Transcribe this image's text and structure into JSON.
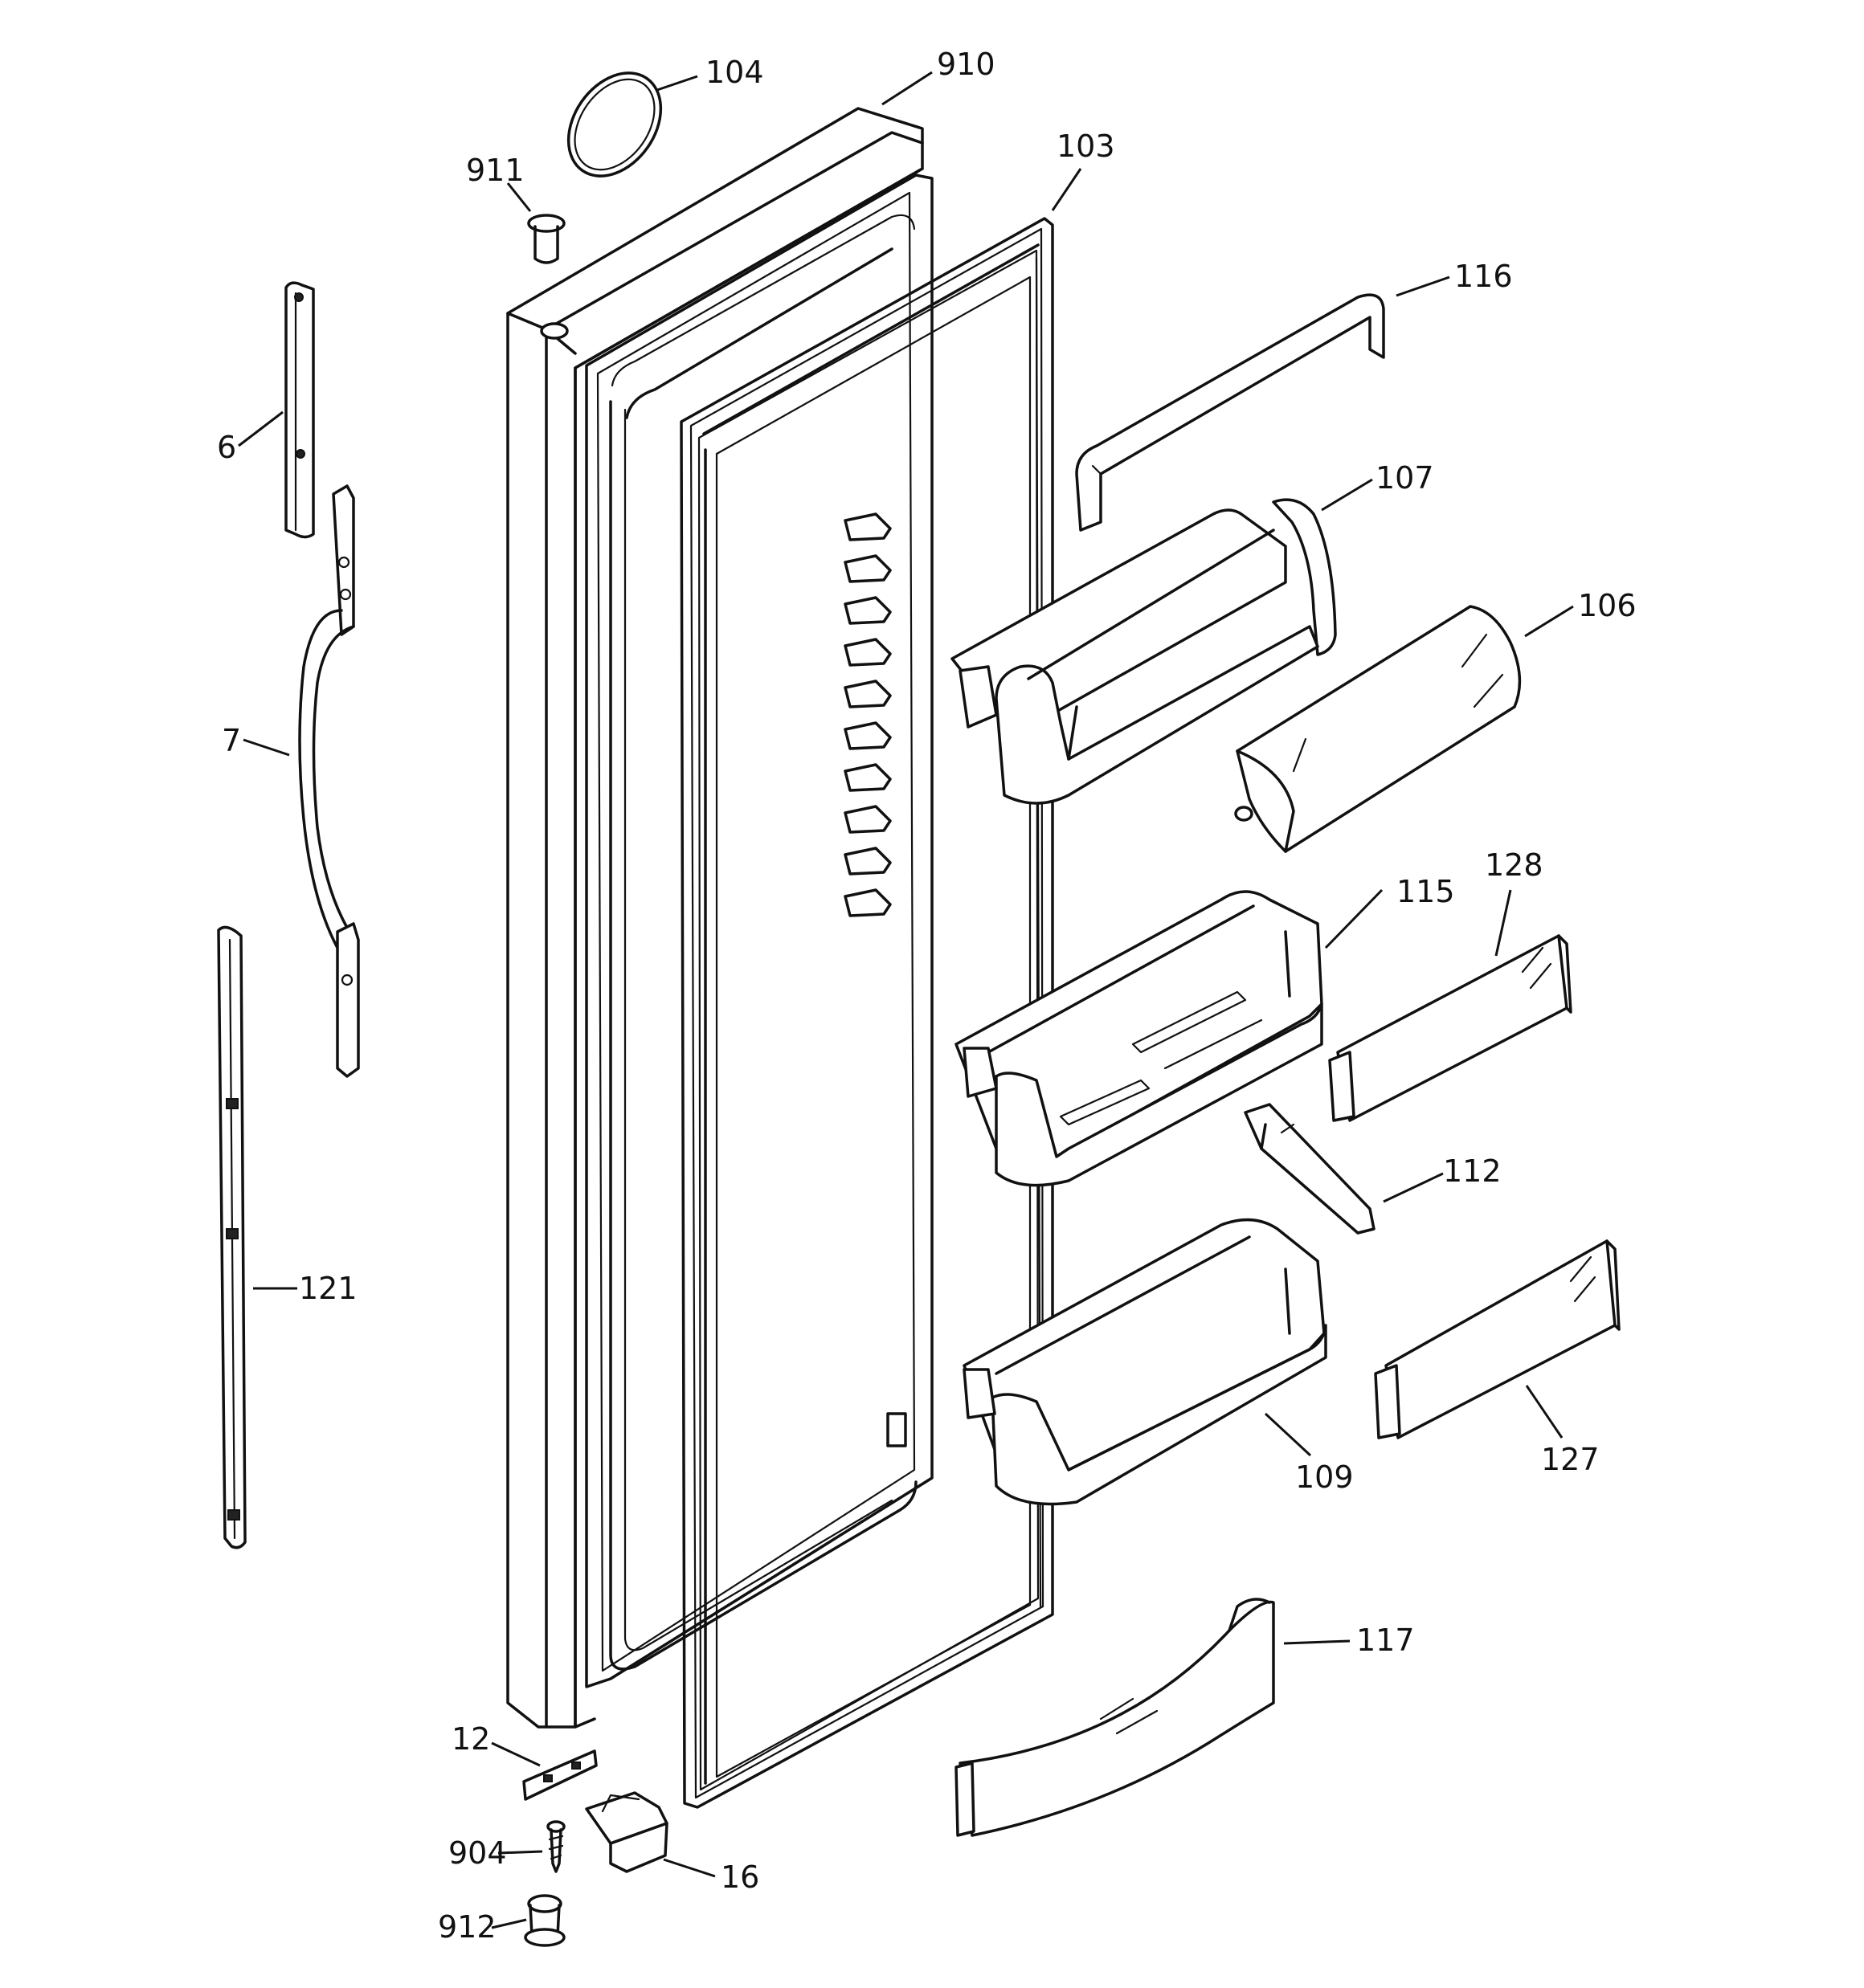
{
  "callouts": [
    {
      "id": "c104",
      "text": "104"
    },
    {
      "id": "c910",
      "text": "910"
    },
    {
      "id": "c911",
      "text": "911"
    },
    {
      "id": "c103",
      "text": "103"
    },
    {
      "id": "c116",
      "text": "116"
    },
    {
      "id": "c6",
      "text": "6"
    },
    {
      "id": "c107",
      "text": "107"
    },
    {
      "id": "c106",
      "text": "106"
    },
    {
      "id": "c7",
      "text": "7"
    },
    {
      "id": "c128",
      "text": "128"
    },
    {
      "id": "c115",
      "text": "115"
    },
    {
      "id": "c112",
      "text": "112"
    },
    {
      "id": "c121",
      "text": "121"
    },
    {
      "id": "c127",
      "text": "127"
    },
    {
      "id": "c109",
      "text": "109"
    },
    {
      "id": "c117",
      "text": "117"
    },
    {
      "id": "c12",
      "text": "12"
    },
    {
      "id": "c904",
      "text": "904"
    },
    {
      "id": "c16",
      "text": "16"
    },
    {
      "id": "c912",
      "text": "912"
    }
  ]
}
